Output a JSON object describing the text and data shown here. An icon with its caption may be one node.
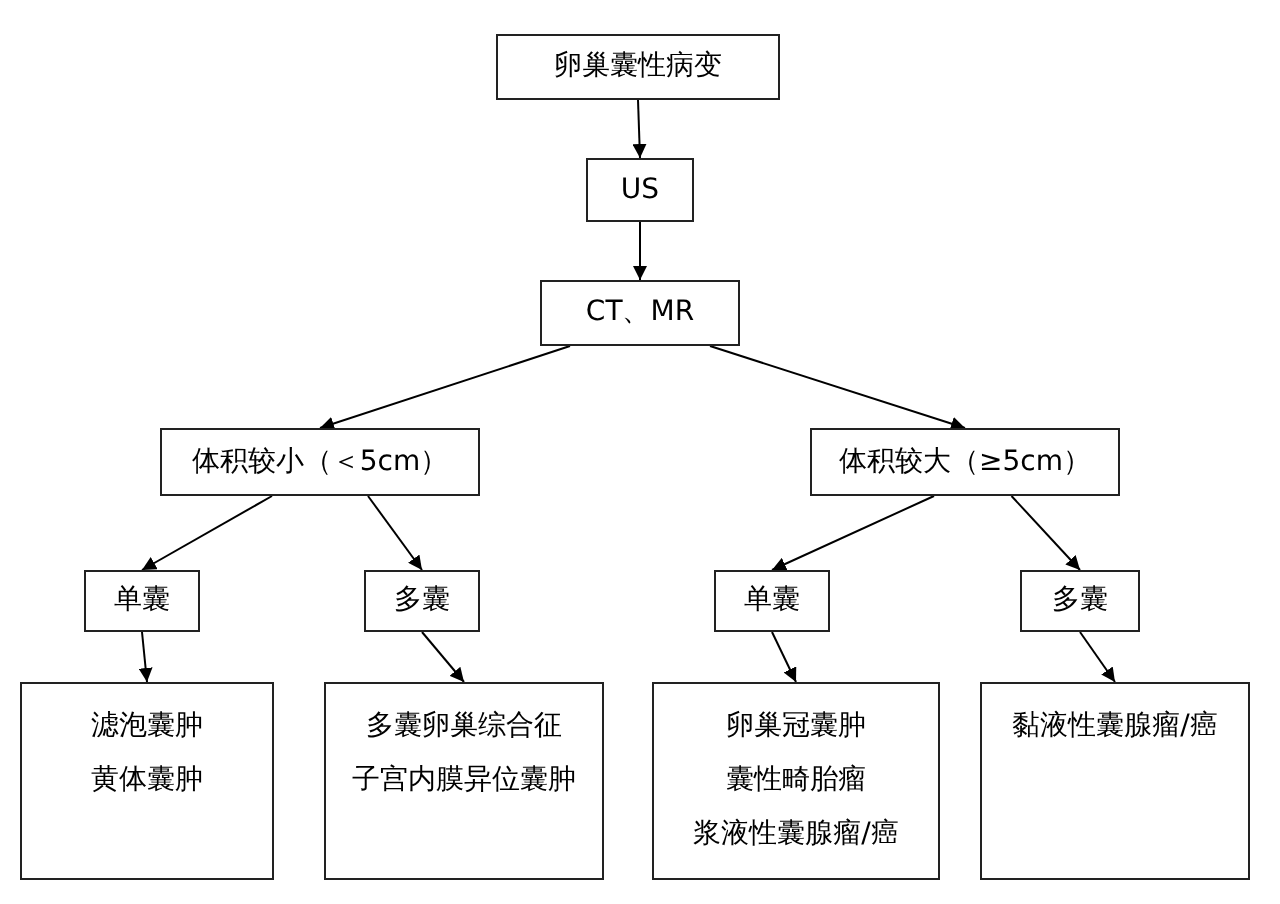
{
  "diagram": {
    "nodes": [
      {
        "text": [
          "卵巢囊性病变"
        ]
      },
      {
        "text": [
          "US"
        ]
      },
      {
        "text": [
          "CT、MR"
        ]
      },
      {
        "text": [
          "体积较小（＜5cm）"
        ]
      },
      {
        "text": [
          "体积较大（≥5cm）"
        ]
      },
      {
        "text": [
          "单囊"
        ]
      },
      {
        "text": [
          "多囊"
        ]
      },
      {
        "text": [
          "单囊"
        ]
      },
      {
        "text": [
          "多囊"
        ]
      },
      {
        "text": [
          "滤泡囊肿",
          "黄体囊肿"
        ]
      },
      {
        "text": [
          "多囊卵巢综合征",
          "子宫内膜异位囊肿"
        ]
      },
      {
        "text": [
          "卵巢冠囊肿",
          "囊性畸胎瘤",
          "浆液性囊腺瘤/癌"
        ]
      },
      {
        "text": [
          "黏液性囊腺瘤/癌"
        ]
      }
    ],
    "edges": [
      {
        "from": 0,
        "to": 1,
        "arrow": "to"
      },
      {
        "from": 1,
        "to": 2,
        "arrow": "to"
      },
      {
        "from": 2,
        "to": 3,
        "arrow": "to"
      },
      {
        "from": 2,
        "to": 4,
        "arrow": "to"
      },
      {
        "from": 3,
        "to": 5,
        "arrow": "to"
      },
      {
        "from": 3,
        "to": 6,
        "arrow": "to"
      },
      {
        "from": 4,
        "to": 7,
        "arrow": "to"
      },
      {
        "from": 4,
        "to": 8,
        "arrow": "to"
      },
      {
        "from": 5,
        "to": 9,
        "arrow": "to"
      },
      {
        "from": 6,
        "to": 10,
        "arrow": "to"
      },
      {
        "from": 7,
        "to": 11,
        "arrow": "to"
      },
      {
        "from": 8,
        "to": 12,
        "arrow": "to"
      }
    ]
  }
}
